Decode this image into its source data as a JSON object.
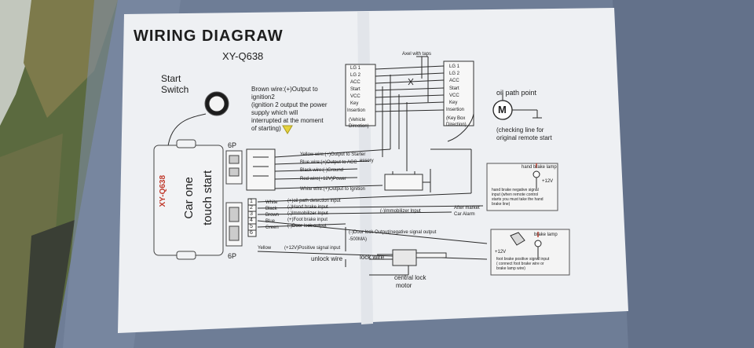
{
  "title": "WIRING DIAGRAW",
  "model": "XY-Q638",
  "start_switch": {
    "line1": "Start",
    "line2": "Switch"
  },
  "brown_wire_note": [
    "Brown wire:(+)Output to",
    "ignition2",
    "(ignition 2 output the power",
    "supply which will",
    "interrupted at the moment",
    "of starting)"
  ],
  "axel_label": "Axel with taps",
  "left_connector": [
    "LG 1",
    "LG 2",
    "ACC",
    "Start",
    "VCC",
    "Key",
    "Insertion"
  ],
  "vehicle_direction": [
    "(Vehicle",
    "Direction)"
  ],
  "right_connector": [
    "LG 1",
    "LG 2",
    "ACC",
    "Start",
    "VCC",
    "Key",
    "Insertion"
  ],
  "key_box_direction": [
    "(Key Box",
    "Direction)"
  ],
  "oil_path_point": "oil path point",
  "motor_letter": "M",
  "checking_line": [
    "(checking line for",
    "original remote start"
  ],
  "module": {
    "model": "XY-Q638",
    "line1": "Car one",
    "line2": "touch start"
  },
  "connector_6p_top": "6P",
  "connector_6p_bottom": "6P",
  "upper_wires": [
    "Yellow wire:(+)Output to Starter",
    "Blue wire:(+)Output to ACC",
    "Black wire:(-)Ground",
    "Red wire(+12V)Power",
    "White wire:(+)Output to Ignition"
  ],
  "accessory": "essory",
  "pins": [
    {
      "num": "1",
      "color": "White",
      "desc": "(+)oil path detection input"
    },
    {
      "num": "2",
      "color": "Black",
      "desc": "(-)Hand brake input"
    },
    {
      "num": "3",
      "color": "Brown",
      "desc": "(-)Immobilizer Input"
    },
    {
      "num": "4",
      "color": "Blue",
      "desc": "(+)Foot brake input"
    },
    {
      "num": "5",
      "color": "Green",
      "desc": "(-)Door lock output"
    },
    {
      "num": "6",
      "color": "Yellow",
      "desc": "(+12V)Positive signal input"
    }
  ],
  "immobilizer_input": "(-)Immobilizer Input",
  "after_market": [
    "After market",
    "Car Alarm"
  ],
  "hand_brake_lamp": "hand brake lamp",
  "plus12v_a": "+12V",
  "hand_brake_note": [
    "hand brake negative signal",
    "input (when remote control",
    "starts you must take the hand",
    "brake line)"
  ],
  "door_lock_output": [
    "(-)Door lock Output(negative signal output",
    "-500MA)"
  ],
  "brake_lamp": "brake lamp",
  "plus12v_b": "+12V",
  "foot_brake_note": [
    "foot brake positive signal input",
    "( connect foot brake wire or",
    "brake lamp wire)"
  ],
  "unlock_wire": "unlock wire",
  "lock_wire": "lock wire",
  "central_lock": [
    "central lock",
    "motor"
  ]
}
